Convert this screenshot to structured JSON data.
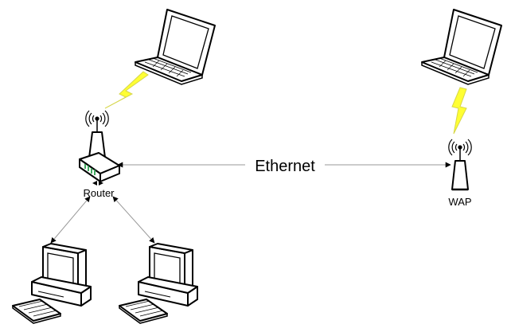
{
  "labels": {
    "router": "Router",
    "wap": "WAP",
    "link": "Ethernet"
  },
  "colors": {
    "wireless_bolt": "#ffff33",
    "line": "#9a9a9a",
    "outline": "#000000",
    "screen": "#ffffff",
    "router_lights": "#2e9e4f"
  }
}
